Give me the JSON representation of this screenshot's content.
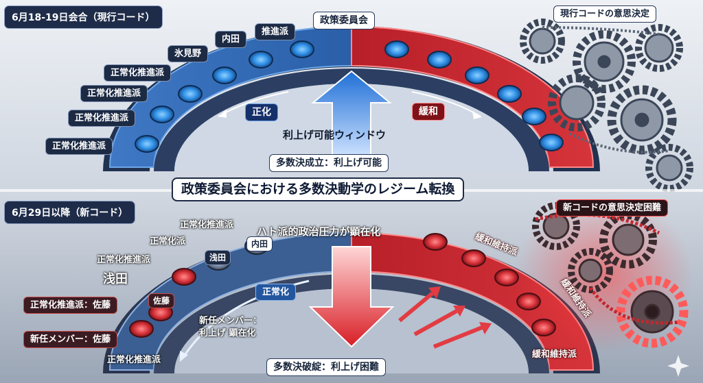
{
  "title": "政策委員会における多数決動学のレジーム転換",
  "top": {
    "section_label": "6月18-19日会合（現行コード）",
    "committee_label": "政策委員会",
    "gear_label": "現行コードの意思決定",
    "left_labels": [
      "推進派",
      "内田",
      "氷見野",
      "正常化推進派",
      "正常化推進派",
      "正常化推進派",
      "正常化推進派"
    ],
    "arc_left": "正化",
    "arc_right": "緩和",
    "center_text": "利上げ可能ウィンドウ",
    "majority_text": "多数決成立：利上げ可能"
  },
  "bottom": {
    "section_label": "6月29日以降（新コード）",
    "gear_label": "新コードの意思決定困難",
    "pressure_text": "ハト派的政治圧力が顕在化",
    "left_labels": [
      "正常化推進派",
      "正常化派",
      "正常化推進派"
    ],
    "asada_big": "浅田",
    "small_buttons": [
      "浅田",
      "内田"
    ],
    "sato_button": "佐藤",
    "left_tags": [
      "正常化推進派：佐藤",
      "新任メンバー：佐藤"
    ],
    "arc_label": "正常化",
    "new_member_text": "新任メンバー：\n利上げ 顕在化",
    "bottom_left_label": "正常化推進派",
    "right_labels": [
      "緩和維持派",
      "緩和維持派",
      "緩和維持派"
    ],
    "majority_text": "多数決破綻：利上げ困難"
  },
  "colors": {
    "navy": "#1c2a44",
    "blue_button": "#2f8fe6",
    "red_button": "#d9333b",
    "red_arc": "#c5272f",
    "blue_arc": "#2a5fa8"
  }
}
